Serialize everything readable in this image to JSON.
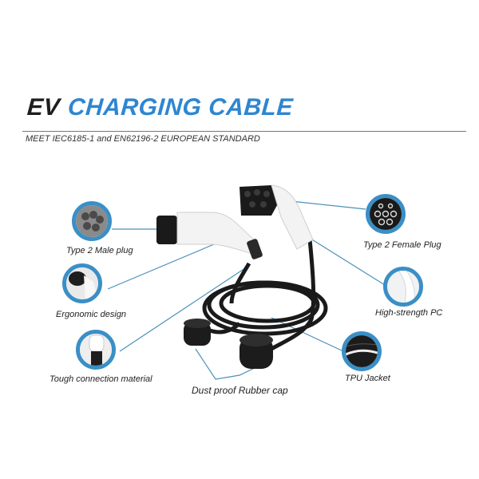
{
  "header": {
    "title_prefix": "EV",
    "title_main": "CHARGING CABLE",
    "subtitle": "MEET IEC6185-1 and EN62196-2 EUROPEAN STANDARD"
  },
  "colors": {
    "accent_blue": "#2e86d1",
    "callout_ring": "#3a8fc6",
    "cable_black": "#1a1a1a",
    "plug_white": "#f4f4f4"
  },
  "features": {
    "left": [
      {
        "label": "Type 2 Male plug",
        "icon": "male-plug-pins-icon"
      },
      {
        "label": "Ergonomic design",
        "icon": "ergonomic-handle-icon"
      },
      {
        "label": "Tough connection material",
        "icon": "strain-relief-icon"
      }
    ],
    "right": [
      {
        "label": "Type 2 Female Plug",
        "icon": "female-socket-pins-icon"
      },
      {
        "label": "High-strength PC",
        "icon": "pc-housing-icon"
      },
      {
        "label": "TPU Jacket",
        "icon": "cable-jacket-icon"
      }
    ],
    "bottom": {
      "label": "Dust proof Rubber cap",
      "icon": "rubber-cap-icon"
    }
  }
}
